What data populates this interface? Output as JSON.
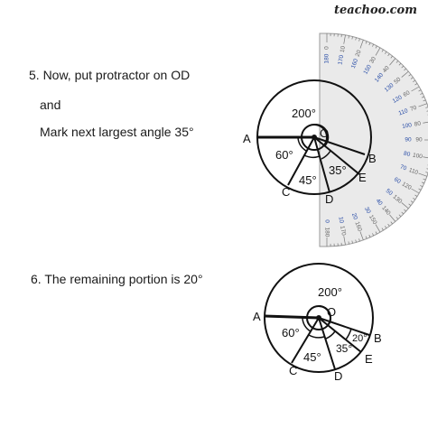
{
  "brand": "teachoo.com",
  "step5": {
    "line1": "5. Now, put protractor on OD",
    "line2": "and",
    "line3": "Mark next largest angle 35°"
  },
  "step6": {
    "line1": "6. The remaining portion is 20°"
  },
  "diagram1": {
    "labels": {
      "A": "A",
      "B": "B",
      "C": "C",
      "D": "D",
      "E": "E",
      "O": "O"
    },
    "angles": {
      "a200": "200°",
      "a60": "60°",
      "a45": "45°",
      "a35": "35°"
    },
    "protractor": {
      "outer_labels": [
        "0",
        "10",
        "20",
        "30",
        "40",
        "50",
        "60",
        "70",
        "80",
        "90",
        "100",
        "110",
        "120",
        "130",
        "140",
        "150",
        "160",
        "170",
        "180"
      ],
      "inner_labels": [
        "180",
        "170",
        "160",
        "150",
        "140",
        "130",
        "120",
        "110",
        "100",
        "90",
        "80",
        "70",
        "60",
        "50",
        "40",
        "30",
        "20",
        "10",
        "0"
      ]
    }
  },
  "diagram2": {
    "labels": {
      "A": "A",
      "B": "B",
      "C": "C",
      "D": "D",
      "E": "E",
      "O": "O"
    },
    "angles": {
      "a200": "200°",
      "a60": "60°",
      "a45": "45°",
      "a35": "35°",
      "a20": "20°"
    }
  },
  "colors": {
    "protractor_fill": "#e6e6e6",
    "scale_blue": "#2b4fa8",
    "ink": "#111111"
  }
}
